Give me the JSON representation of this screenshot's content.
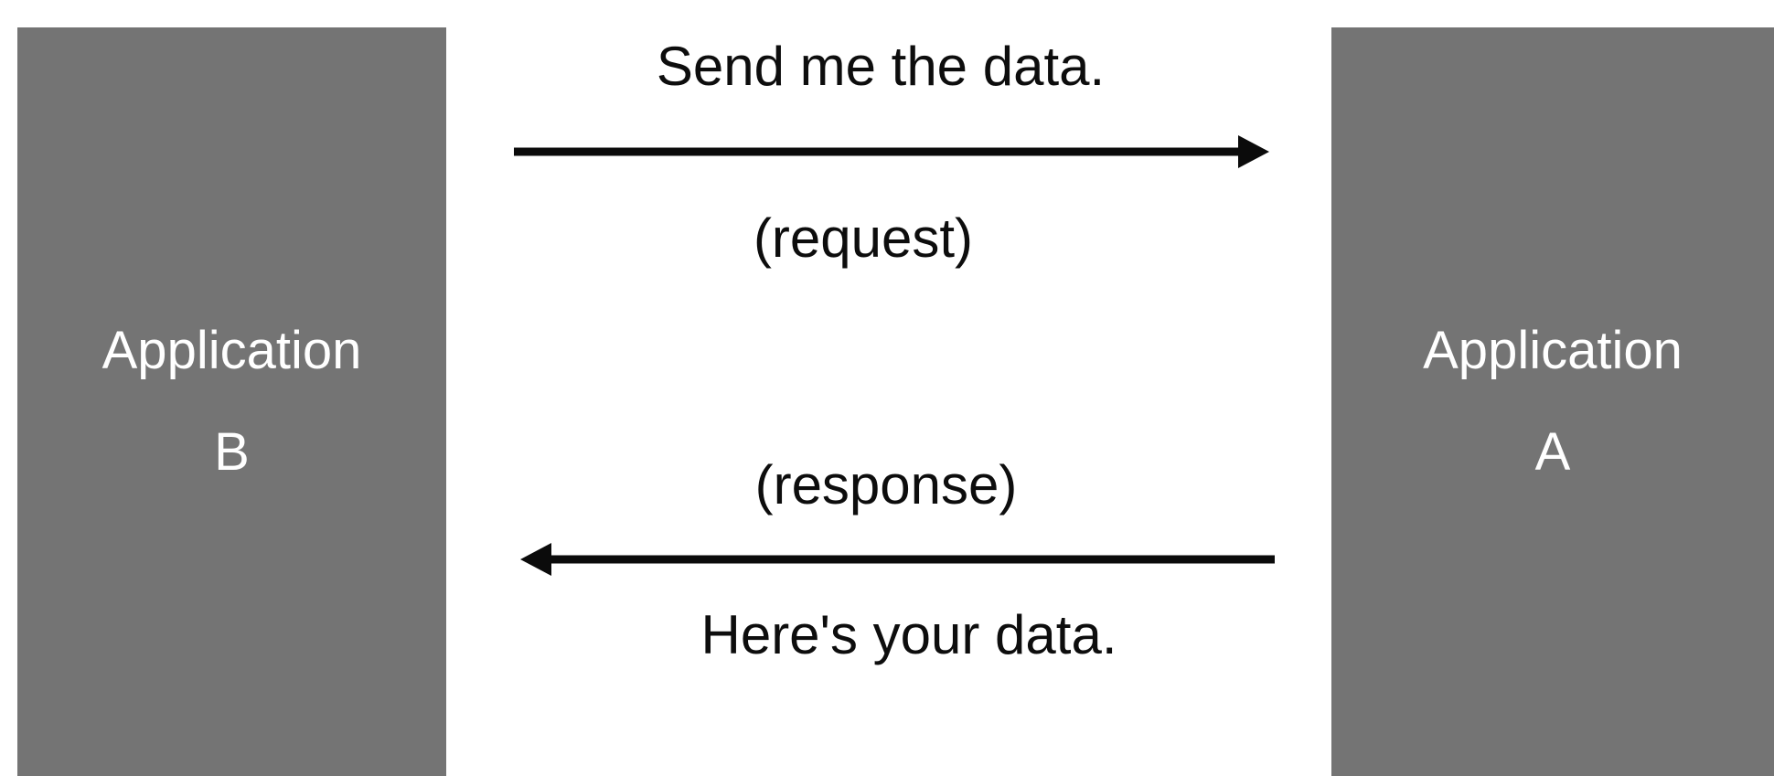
{
  "diagram": {
    "colors": {
      "background": "#ffffff",
      "box_fill": "#747474",
      "box_text": "#ffffff",
      "arrow": "#0b0b0b",
      "label_text": "#0d0d0d"
    },
    "left_box": {
      "label_line1": "Application",
      "label_line2": "B"
    },
    "right_box": {
      "label_line1": "Application",
      "label_line2": "A"
    },
    "request_arrow": {
      "direction": "right",
      "label_above": "Send me the data.",
      "label_below": "(request)"
    },
    "response_arrow": {
      "direction": "left",
      "label_above": "(response)",
      "label_below": "Here's your data."
    }
  }
}
